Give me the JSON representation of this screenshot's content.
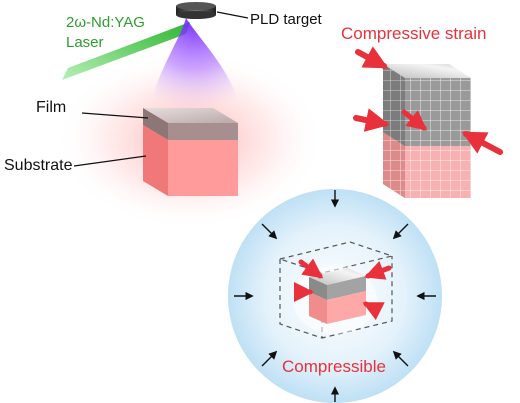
{
  "labels": {
    "laser": [
      "2ω-Nd:YAG",
      "Laser"
    ],
    "target": "PLD target",
    "film": "Film",
    "substrate": "Substrate",
    "strain": "Compressive strain",
    "compressible": "Compressible"
  },
  "colors": {
    "laser_green": "#2e9e2e",
    "strain_red": "#e8313a",
    "plume_violet": "#8a3cff",
    "substrate_pink": "#f07878",
    "film_taupe": "#a08585",
    "lattice_gray": "#8c8c8c",
    "bubble_blue": "#cfe8f7"
  }
}
